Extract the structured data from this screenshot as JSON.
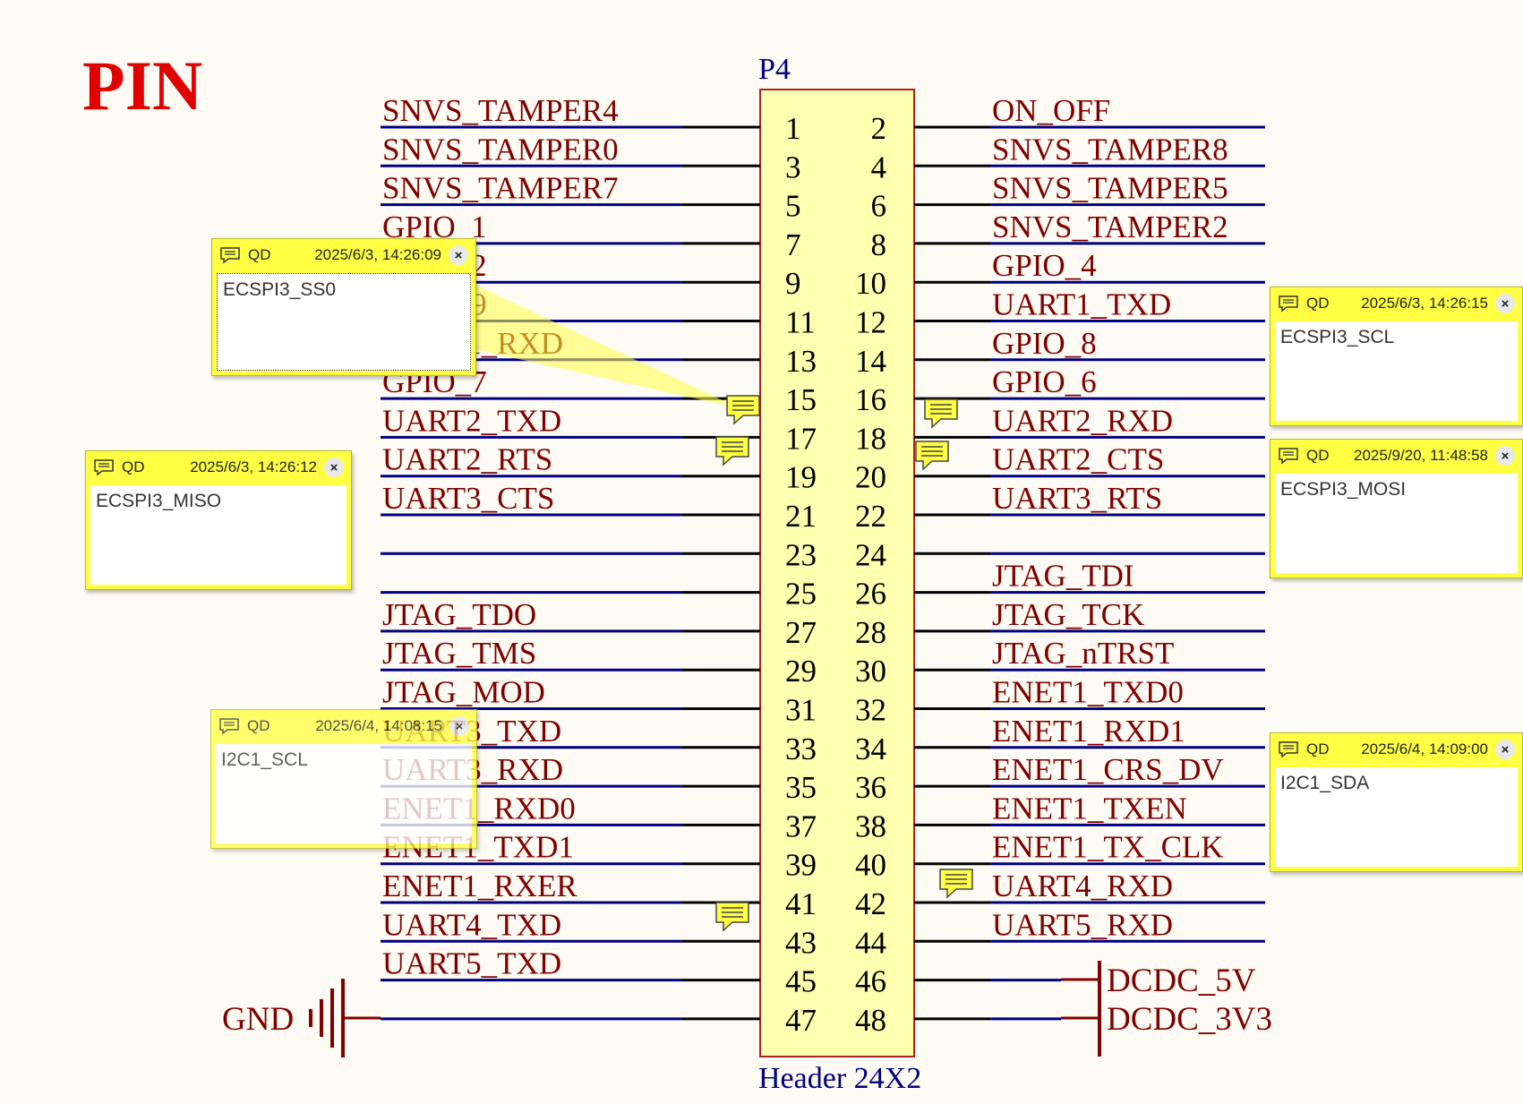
{
  "title": "PIN",
  "component": {
    "designator": "P4",
    "comment": "Header 24X2"
  },
  "pins_left": [
    {
      "pin": "1",
      "net": "SNVS_TAMPER4"
    },
    {
      "pin": "3",
      "net": "SNVS_TAMPER0"
    },
    {
      "pin": "5",
      "net": "SNVS_TAMPER7"
    },
    {
      "pin": "7",
      "net": "GPIO_1"
    },
    {
      "pin": "9",
      "net": "GPIO_2"
    },
    {
      "pin": "11",
      "net": "GPIO_9"
    },
    {
      "pin": "13",
      "net": "UART1_RXD"
    },
    {
      "pin": "15",
      "net": "GPIO_7"
    },
    {
      "pin": "17",
      "net": "UART2_TXD"
    },
    {
      "pin": "19",
      "net": "UART2_RTS"
    },
    {
      "pin": "21",
      "net": "UART3_CTS"
    },
    {
      "pin": "23",
      "net": ""
    },
    {
      "pin": "25",
      "net": ""
    },
    {
      "pin": "27",
      "net": "JTAG_TDO"
    },
    {
      "pin": "29",
      "net": "JTAG_TMS"
    },
    {
      "pin": "31",
      "net": "JTAG_MOD"
    },
    {
      "pin": "33",
      "net": "UART3_TXD"
    },
    {
      "pin": "35",
      "net": "UART3_RXD"
    },
    {
      "pin": "37",
      "net": "ENET1_RXD0"
    },
    {
      "pin": "39",
      "net": "ENET1_TXD1"
    },
    {
      "pin": "41",
      "net": "ENET1_RXER"
    },
    {
      "pin": "43",
      "net": "UART4_TXD"
    },
    {
      "pin": "45",
      "net": "UART5_TXD"
    },
    {
      "pin": "47",
      "net": ""
    }
  ],
  "pins_right": [
    {
      "pin": "2",
      "net": "ON_OFF"
    },
    {
      "pin": "4",
      "net": "SNVS_TAMPER8"
    },
    {
      "pin": "6",
      "net": "SNVS_TAMPER5"
    },
    {
      "pin": "8",
      "net": "SNVS_TAMPER2"
    },
    {
      "pin": "10",
      "net": "GPIO_4"
    },
    {
      "pin": "12",
      "net": "UART1_TXD"
    },
    {
      "pin": "14",
      "net": "GPIO_8"
    },
    {
      "pin": "16",
      "net": "GPIO_6"
    },
    {
      "pin": "18",
      "net": "UART2_RXD"
    },
    {
      "pin": "20",
      "net": "UART2_CTS"
    },
    {
      "pin": "22",
      "net": "UART3_RTS"
    },
    {
      "pin": "24",
      "net": ""
    },
    {
      "pin": "26",
      "net": "JTAG_TDI"
    },
    {
      "pin": "28",
      "net": "JTAG_TCK"
    },
    {
      "pin": "30",
      "net": "JTAG_nTRST"
    },
    {
      "pin": "32",
      "net": "ENET1_TXD0"
    },
    {
      "pin": "34",
      "net": "ENET1_RXD1"
    },
    {
      "pin": "36",
      "net": "ENET1_CRS_DV"
    },
    {
      "pin": "38",
      "net": "ENET1_TXEN"
    },
    {
      "pin": "40",
      "net": "ENET1_TX_CLK"
    },
    {
      "pin": "42",
      "net": "UART4_RXD"
    },
    {
      "pin": "44",
      "net": "UART5_RXD"
    },
    {
      "pin": "46",
      "net": ""
    },
    {
      "pin": "48",
      "net": ""
    }
  ],
  "power": {
    "gnd": "GND",
    "p5v": "DCDC_5V",
    "p3v3": "DCDC_3V3"
  },
  "comments": [
    {
      "author": "QD",
      "timestamp": "2025/6/3, 14:26:09",
      "text": "ECSPI3_SS0"
    },
    {
      "author": "QD",
      "timestamp": "2025/6/3, 14:26:12",
      "text": "ECSPI3_MISO"
    },
    {
      "author": "QD",
      "timestamp": "2025/6/4, 14:08:15",
      "text": "I2C1_SCL"
    },
    {
      "author": "QD",
      "timestamp": "2025/6/3, 14:26:15",
      "text": "ECSPI3_SCL"
    },
    {
      "author": "QD",
      "timestamp": "2025/9/20, 11:48:58",
      "text": "ECSPI3_MOSI"
    },
    {
      "author": "QD",
      "timestamp": "2025/6/4, 14:09:00",
      "text": "I2C1_SDA"
    }
  ],
  "colors": {
    "wire": "#000080",
    "net_label": "#800000",
    "title": "#e00000",
    "component_fill": "#ffffb0",
    "component_border": "#b02020",
    "note_fill": "#ffff44"
  }
}
